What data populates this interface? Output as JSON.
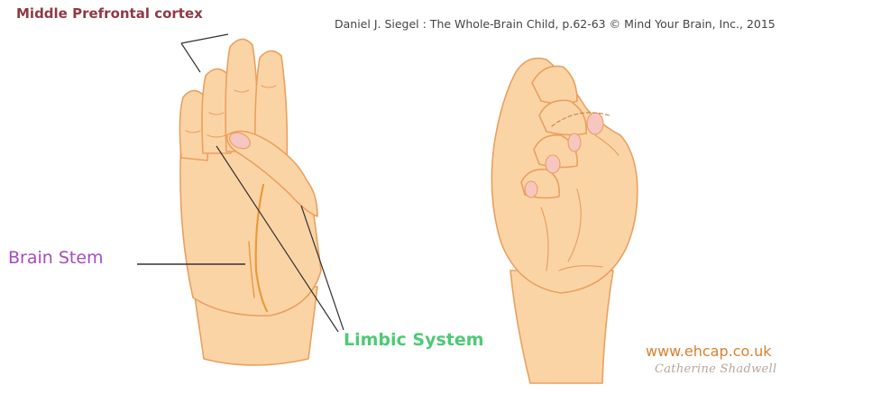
{
  "labels": {
    "prefrontal_cortex": "Middle Prefrontal cortex",
    "brain_stem": "Brain Stem",
    "limbic_system": "Limbic System"
  },
  "citation": "Daniel J. Siegel : The Whole-Brain Child, p.62-63 © Mind Your Brain, Inc., 2015",
  "website": "www.ehcap.co.uk",
  "signature": "Catherine Shadwell",
  "colors": {
    "prefrontal_cortex": "#8e3a44",
    "brain_stem": "#a64bbf",
    "limbic_system": "#4dca74",
    "citation": "#444444",
    "website": "#d9812e",
    "signature": "#b5a79e",
    "skin": "#fbd4a6",
    "skin_outline": "#e9a05e",
    "nail": "#f6c6c0"
  }
}
